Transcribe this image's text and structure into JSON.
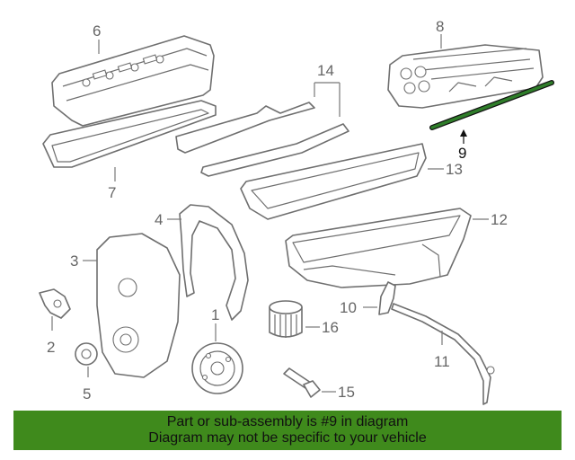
{
  "colors": {
    "highlight": "#2f7d2a",
    "banner_bg": "#3f8a1c",
    "line": "#6f6f6f",
    "label": "#666666"
  },
  "labels": {
    "1": "1",
    "2": "2",
    "3": "3",
    "4": "4",
    "5": "5",
    "6": "6",
    "7": "7",
    "8": "8",
    "9": "9",
    "10": "10",
    "11": "11",
    "12": "12",
    "13": "13",
    "14": "14",
    "15": "15",
    "16": "16"
  },
  "highlighted_part": "9",
  "banner": {
    "line1": "Part or sub-assembly is #9 in diagram",
    "line2": "Diagram may not be specific to your vehicle"
  }
}
